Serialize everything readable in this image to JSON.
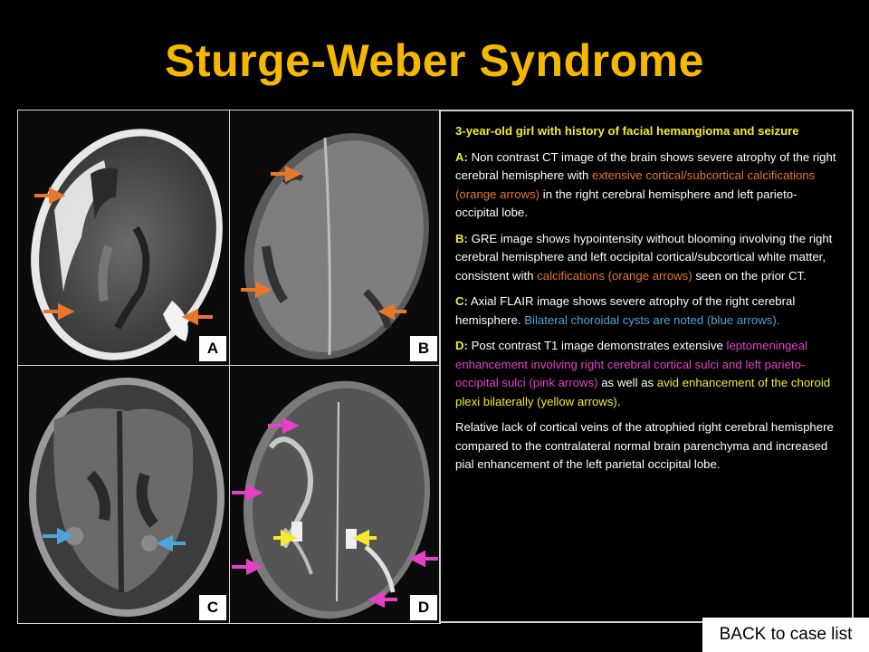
{
  "title": "Sturge-Weber Syndrome",
  "panels": {
    "a": {
      "label": "A"
    },
    "b": {
      "label": "B"
    },
    "c": {
      "label": "C"
    },
    "d": {
      "label": "D"
    }
  },
  "colors": {
    "title": "#f5b800",
    "orange_arrow": "#e8772a",
    "blue_arrow": "#4ea4d8",
    "pink_arrow": "#e440c8",
    "yellow_arrow": "#f2ea2e"
  },
  "text": {
    "heading": "3-year-old girl with history of facial hemangioma and seizure",
    "a": {
      "prefix": "A:",
      "t1": " Non contrast CT image of the brain shows severe atrophy of the right cerebral hemisphere with ",
      "orange": "extensive cortical/subcortical calcifications (orange arrows)",
      "t2": " in the right cerebral hemisphere and left parieto-occipital lobe."
    },
    "b": {
      "prefix": "B:",
      "t1": " GRE image shows hypointensity without blooming involving the right cerebral hemisphere and left occipital cortical/subcortical white matter, consistent with ",
      "orange": "calcifications (orange arrows)",
      "t2": " seen on the prior CT."
    },
    "c": {
      "prefix": "C:",
      "t1": " Axial FLAIR image shows severe atrophy of the right cerebral hemisphere. ",
      "blue": "Bilateral choroidal cysts are noted (blue arrows)."
    },
    "d": {
      "prefix": "D:",
      "t1": " Post contrast T1 image demonstrates extensive ",
      "pink": "leptomeningeal enhancement involving right cerebral cortical sulci and left parieto-occipital sulci (pink arrows)",
      "t2": " as well as ",
      "yellow": "avid enhancement of the choroid plexi bilaterally (yellow arrows)",
      "t3": "."
    },
    "relative": "Relative lack of cortical veins of the atrophied right cerebral hemisphere compared to the contralateral normal brain parenchyma and increased pial enhancement of the left parietal occipital lobe."
  },
  "back_button": "BACK to case list"
}
